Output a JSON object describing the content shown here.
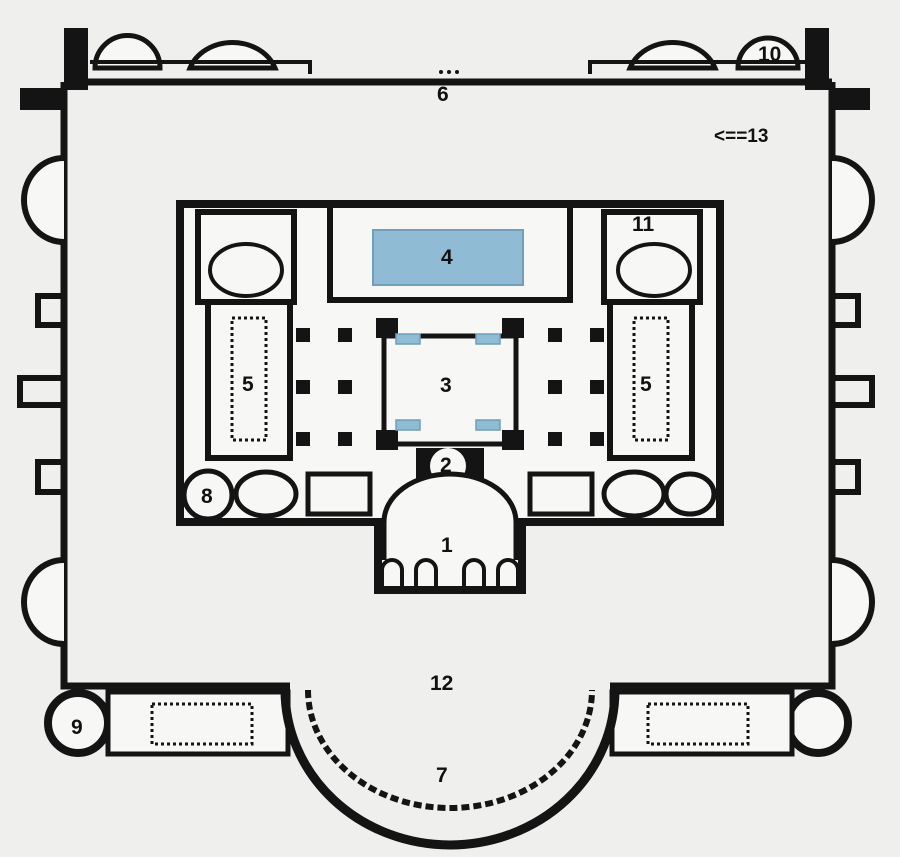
{
  "labels": {
    "n1": "1",
    "n2": "2",
    "n3": "3",
    "n4": "4",
    "n5a": "5",
    "n5b": "5",
    "n6": "6",
    "n7": "7",
    "n8": "8",
    "n9": "9",
    "n10": "10",
    "n11": "11",
    "n12": "12",
    "n13": "<==13"
  },
  "colors": {
    "wall": "#141414",
    "background": "#efefed",
    "pool": "#8fbcd4",
    "pool_edge": "#6f9fba",
    "room_fill": "#f7f7f5"
  }
}
